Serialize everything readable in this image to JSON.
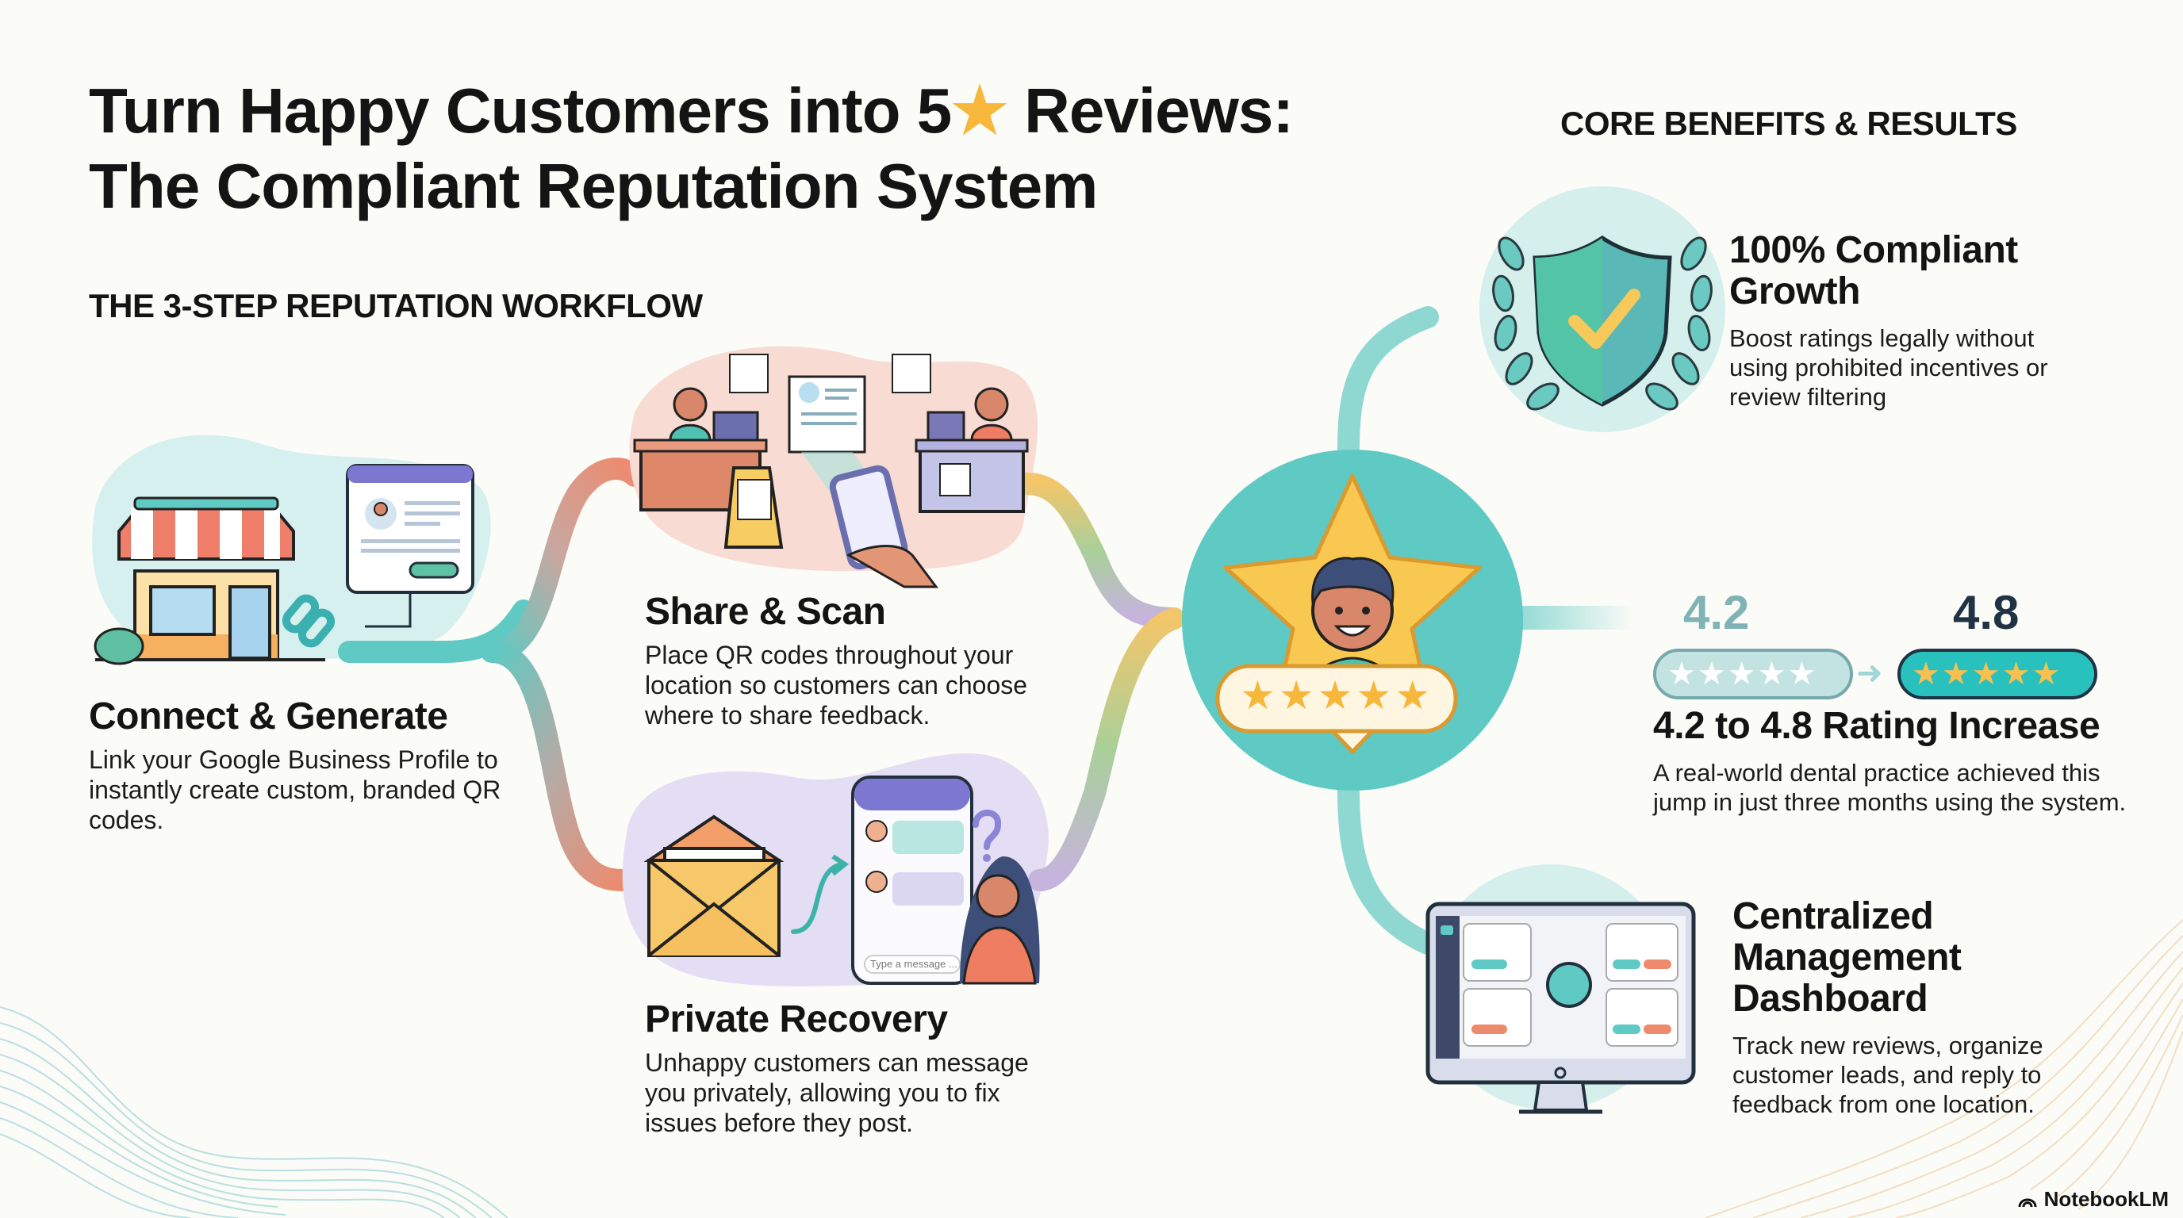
{
  "header": {
    "title_line1_pre": "Turn Happy Customers into 5",
    "title_star": "★",
    "title_line1_post": " Reviews:",
    "title_line2": "The Compliant Reputation System"
  },
  "workflow": {
    "heading": "THE 3-STEP REPUTATION WORKFLOW",
    "steps": [
      {
        "title": "Connect & Generate",
        "description": "Link your Google Business Profile to instantly create custom, branded QR codes.",
        "icon": "storefront-link-icon"
      },
      {
        "title": "Share & Scan",
        "description": "Place QR codes throughout your location so customers can choose where to share feedback.",
        "icon": "qr-scan-phone-icon"
      },
      {
        "title": "Private Recovery",
        "description": "Unhappy customers can message you privately, allowing you to fix issues before they post.",
        "icon": "envelope-chat-icon"
      }
    ],
    "chat_placeholder": "Type a message ..."
  },
  "hub": {
    "icon": "happy-customer-star-icon",
    "stars": "★★★★★"
  },
  "benefits": {
    "heading": "CORE BENEFITS & RESULTS",
    "items": [
      {
        "title": "100% Compliant Growth",
        "description": "Boost ratings legally without using prohibited incentives or review filtering",
        "icon": "shield-check-laurel-icon"
      },
      {
        "title": "4.2 to 4.8 Rating Increase",
        "description": "A real-world dental practice achieved this jump in just three months using the system.",
        "icon": "rating-bar-icon"
      },
      {
        "title": "Centralized Management Dashboard",
        "description": "Track new reviews, organize customer leads, and reply to feedback from one location.",
        "icon": "dashboard-monitor-icon"
      }
    ],
    "rating": {
      "before": "4.2",
      "after": "4.8",
      "before_stars": "★★★★★",
      "after_stars": "★★★★★",
      "arrow": "➜"
    }
  },
  "footer": {
    "brand": "NotebookLM"
  },
  "colors": {
    "teal": "#5fc9c3",
    "coral": "#ee8a6e",
    "gold": "#f6b73a",
    "lavender": "#c3b5e3",
    "dark_text": "#141414",
    "rating_before": "#7fb3b5",
    "rating_after": "#1f3344"
  }
}
